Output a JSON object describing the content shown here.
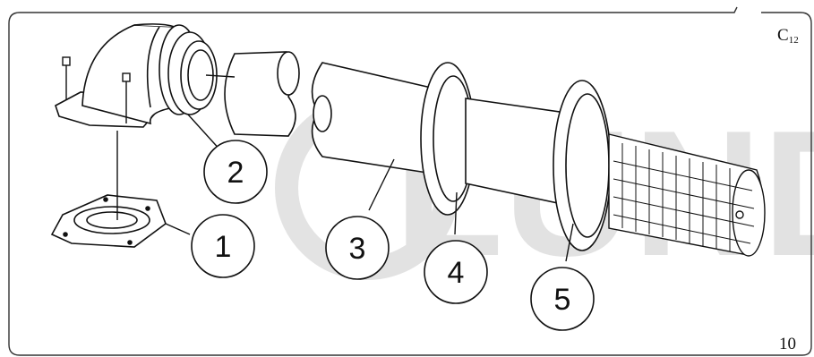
{
  "figure": {
    "section_code": "C",
    "section_sub": "12",
    "figure_number": "10",
    "watermark_text": "LUND",
    "callouts": [
      {
        "id": "1",
        "label": "1"
      },
      {
        "id": "2",
        "label": "2"
      },
      {
        "id": "3",
        "label": "3"
      },
      {
        "id": "4",
        "label": "4"
      },
      {
        "id": "5",
        "label": "5"
      }
    ]
  },
  "colors": {
    "line": "#111111",
    "watermark": "#d9d9d9",
    "frame": "#333333",
    "background": "#ffffff"
  }
}
